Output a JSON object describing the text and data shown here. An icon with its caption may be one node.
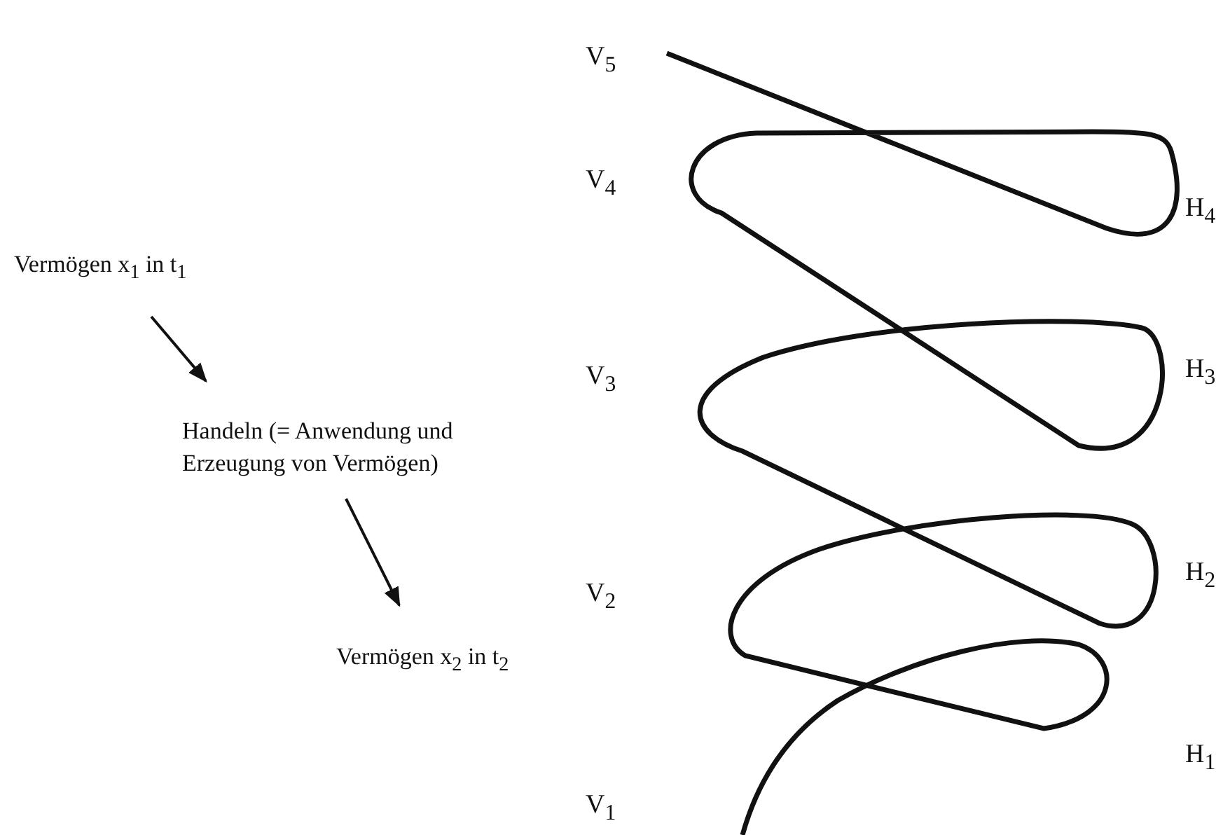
{
  "diagram": {
    "nodes": [
      {
        "text": [
          "Vermögen x$_{1}$ in t$_{1}$"
        ]
      },
      {
        "text": [
          "Handeln (= Anwendung und Erzeugung von Vermögen)"
        ]
      },
      {
        "text": [
          "Vermögen x$_{2}$ in t$_{2}$"
        ]
      }
    ],
    "edges": [
      {
        "from": 0,
        "to": 1,
        "arrow": "to"
      },
      {
        "from": 1,
        "to": 2,
        "arrow": "to"
      }
    ],
    "labels": [
      "V$_{5}$",
      "V$_{4}$",
      "H$_{4}$",
      "V$_{3}$",
      "H$_{3}$",
      "V$_{2}$",
      "H$_{2}$",
      "H$_{1}$",
      "V$_{1}$"
    ]
  }
}
